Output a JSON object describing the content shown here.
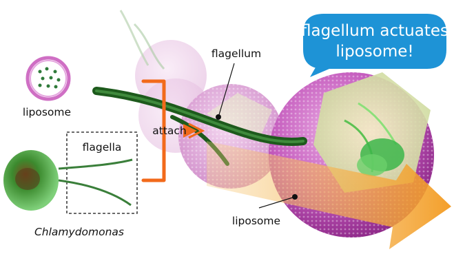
{
  "labels": {
    "callout_line1": "flagellum actuates",
    "callout_line2": "liposome!",
    "flagellum_top": "flagellum",
    "liposome_left": "liposome",
    "flagella": "flagella",
    "attach": "attach",
    "organism": "Chlamydomonas",
    "liposome_bottom": "liposome"
  },
  "colors": {
    "callout": "#1e93d6",
    "bracket": "#f26a1b",
    "liposome_pink": "#d977c8",
    "liposome_magenta": "#b43fb0",
    "flagellum_green": "#1e5e1c",
    "cell_green": "#3aa33f",
    "dot_green": "#2f7a3a",
    "arrow_orange": "#f5b342"
  }
}
